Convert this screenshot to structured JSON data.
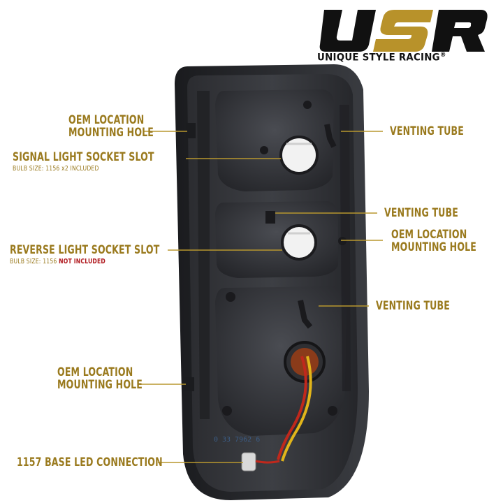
{
  "brand": {
    "logo_letters": "USR",
    "name": "UNIQUE STYLE RACING",
    "registered_mark": "®",
    "colors": {
      "gold": "#9a7a1e",
      "black": "#111111"
    }
  },
  "product": {
    "part_number": "0 33 7962 6"
  },
  "callouts": {
    "oem_top": {
      "line1": "OEM LOCATION",
      "line2": "MOUNTING HOLE"
    },
    "signal_socket": {
      "line1": "SIGNAL LIGHT SOCKET SLOT",
      "sub": "BULB SIZE: 1156 x2 INCLUDED"
    },
    "reverse_socket": {
      "line1": "REVERSE LIGHT SOCKET SLOT",
      "sub_prefix": "BULB SIZE: 1156",
      "sub_flag": "NOT INCLUDED"
    },
    "oem_bottom": {
      "line1": "OEM LOCATION",
      "line2": "MOUNTING HOLE"
    },
    "led_connection": {
      "line1": "1157 BASE LED CONNECTION"
    },
    "venting_top": {
      "line1": "VENTING TUBE"
    },
    "venting_mid": {
      "line1": "VENTING TUBE"
    },
    "oem_right": {
      "line1": "OEM LOCATION",
      "line2": "MOUNTING HOLE"
    },
    "venting_bottom": {
      "line1": "VENTING TUBE"
    }
  },
  "colors": {
    "callout_gold": "#9a7a1e",
    "leader_gold": "#b8972e",
    "warning_red": "#b0191e"
  }
}
